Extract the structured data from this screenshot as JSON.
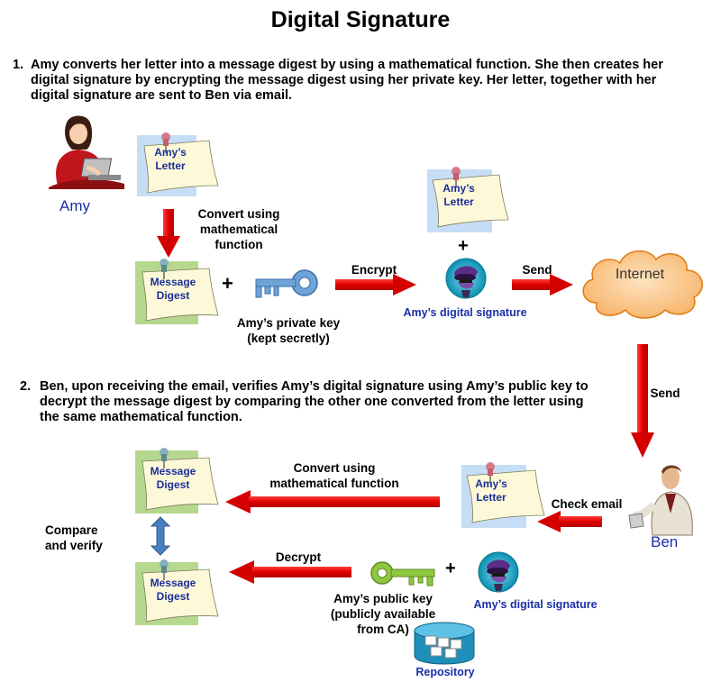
{
  "title": "Digital Signature",
  "step1": {
    "number": "1.",
    "text": "Amy converts her letter into a message digest by using a mathematical function.  She then creates her digital signature by encrypting the message digest using her private key.  Her letter, together with her digital signature are sent to Ben via email."
  },
  "step2": {
    "number": "2.",
    "text": "Ben, upon receiving the email, verifies  Amy’s digital signature using Amy’s public key to decrypt the message digest by comparing the other one converted from the letter using the same mathematical function."
  },
  "amy": {
    "name": "Amy"
  },
  "ben": {
    "name": "Ben"
  },
  "note_letter": "Amy’s Letter",
  "note_digest": "Message Digest",
  "labels": {
    "convert": "Convert using mathematical function",
    "private_key": "Amy’s private key (kept secretly)",
    "encrypt": "Encrypt",
    "send_right": "Send",
    "internet": "Internet",
    "send_down": "Send",
    "digital_sig_top": "Amy’s digital signature",
    "check_email": "Check email",
    "convert_bottom": "Convert using mathematical function",
    "decrypt": "Decrypt",
    "public_key": "Amy’s public key (publicly available from CA)",
    "digital_sig_bottom": "Amy’s digital signature",
    "repository": "Repository",
    "compare": "Compare and verify"
  },
  "plus": "+",
  "colors": {
    "arrow_red": "#e00000",
    "letter_bg": "#c6ddf6",
    "digest_bg": "#b6d88e",
    "paper": "#fdf9d8",
    "label_blue": "#1a2fa8",
    "cloud": "#f7941d",
    "key_blue": "#6fa4d8",
    "key_green": "#8fc73e"
  }
}
